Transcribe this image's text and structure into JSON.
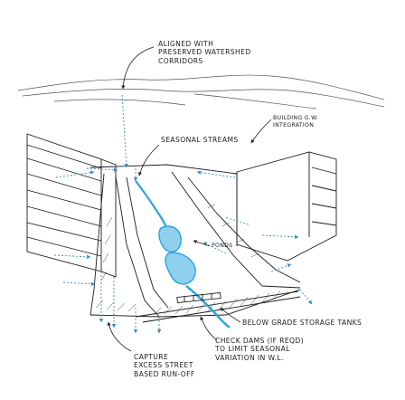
{
  "annotations": {
    "watershed": "ALIGNED WITH\nPRESERVED WATERSHED\nCORRIDORS",
    "building": "BUILDING G.W.\nINTEGRATION",
    "seasonal_streams": "SEASONAL STREAMS",
    "ponds": "PONDS",
    "below_grade": "BELOW GRADE STORAGE TANKS",
    "check_dams": "CHECK DAMS (IF REQD)\nTO LIMIT SEASONAL\nVARIATION IN W.L.",
    "capture": "CAPTURE\nEXCESS STREET\nBASED RUN-OFF"
  },
  "colors": {
    "ink": "#1c1c1c",
    "water": "#2aa3dd",
    "water_light": "#8fd0ef",
    "flow_arrows": "#3b8fc9"
  }
}
